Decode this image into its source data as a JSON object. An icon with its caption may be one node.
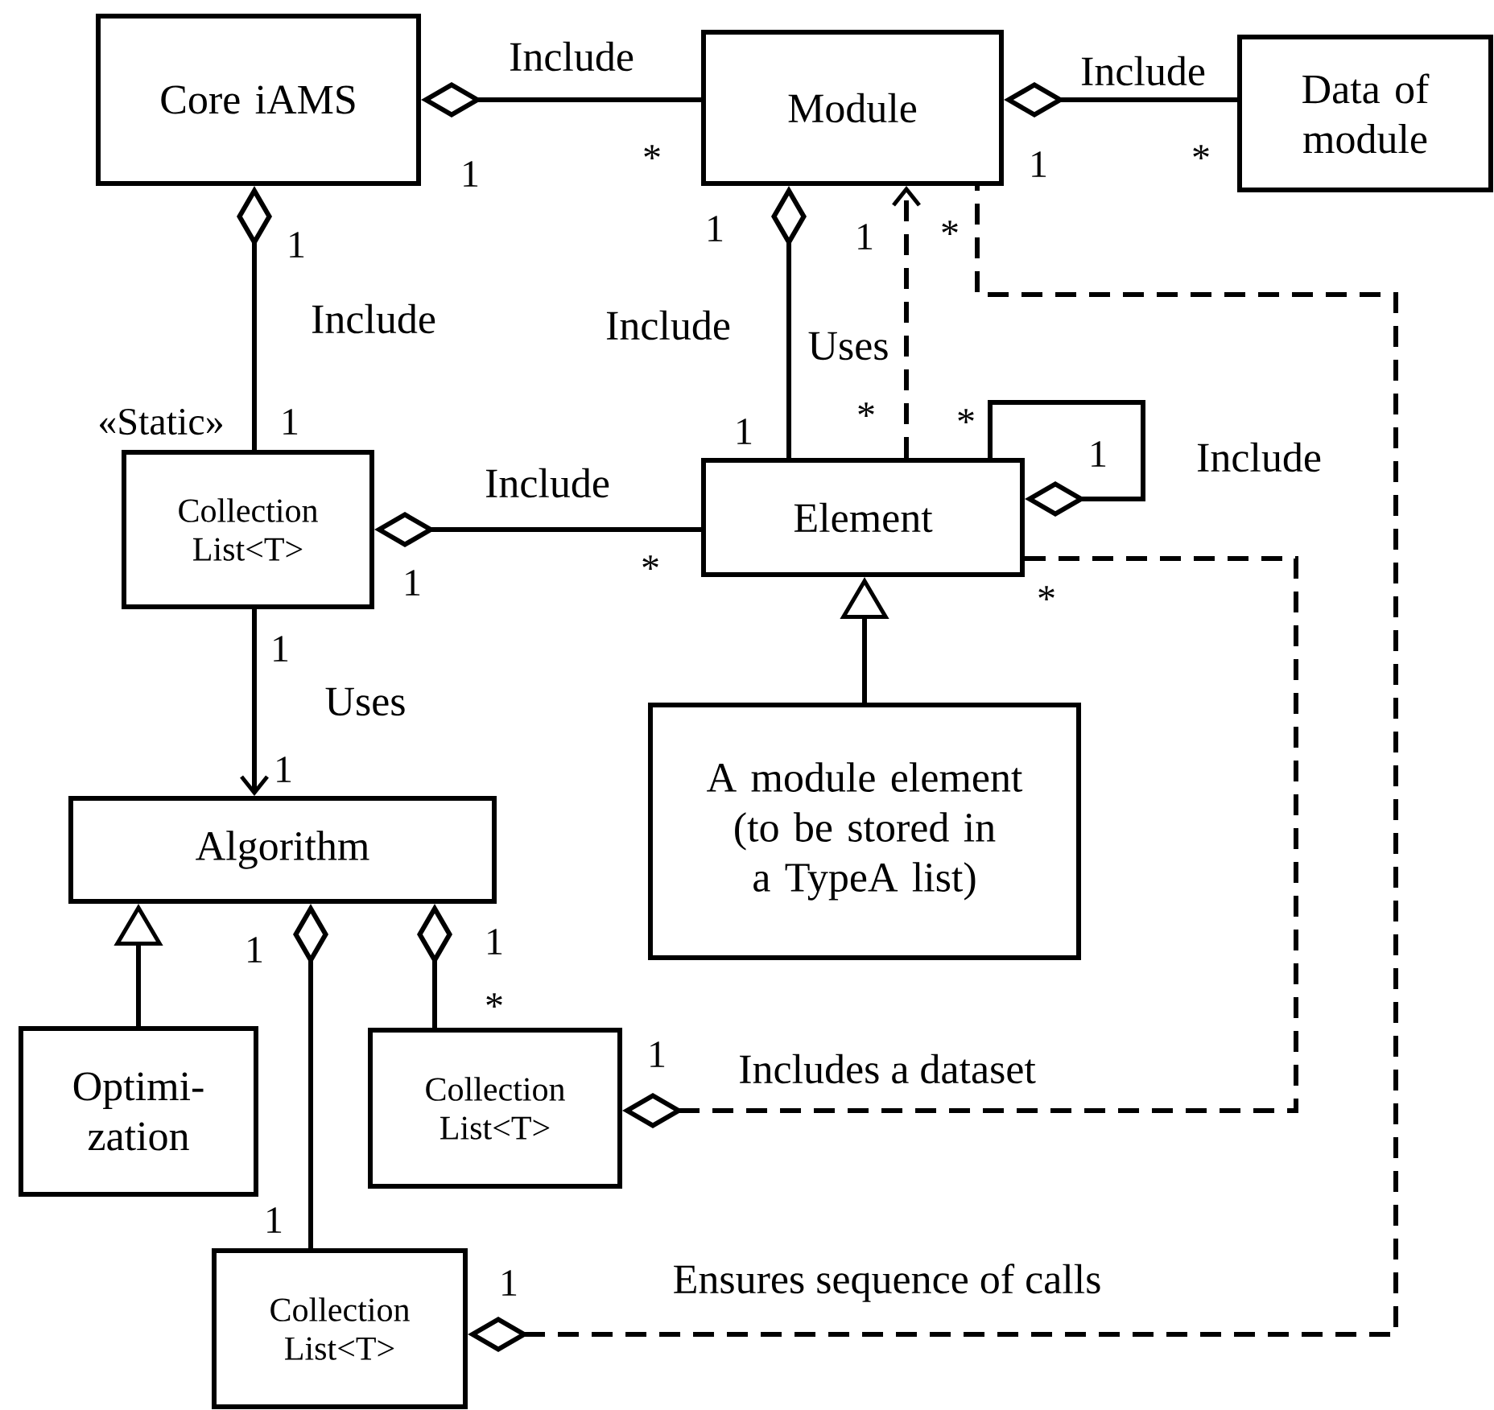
{
  "diagram": {
    "nodes": [
      {
        "text": [
          "Core iAMS"
        ]
      },
      {
        "text": [
          "Module"
        ]
      },
      {
        "text": [
          "Data of module"
        ]
      },
      {
        "text": [
          "Collection List<T>"
        ]
      },
      {
        "text": [
          "Element"
        ]
      },
      {
        "text": [
          "Algorithm"
        ]
      },
      {
        "text": [
          "A module element (to be stored in a TypeA list)"
        ]
      },
      {
        "text": [
          "Optimi- zation"
        ]
      },
      {
        "text": [
          "Collection List<T>"
        ]
      },
      {
        "text": [
          "Collection List<T>"
        ]
      }
    ],
    "edges": [
      {
        "from": 0,
        "to": 1,
        "arrow": "other",
        "label": "Include"
      },
      {
        "from": 1,
        "to": 2,
        "arrow": "other",
        "label": "Include"
      },
      {
        "from": 0,
        "to": 3,
        "arrow": "other",
        "label": "Include"
      },
      {
        "from": 1,
        "to": 4,
        "arrow": "other",
        "label": "Include"
      },
      {
        "from": 4,
        "to": 1,
        "arrow": "to",
        "label": "Uses",
        "style": "dashed"
      },
      {
        "from": 4,
        "to": 4,
        "arrow": "other",
        "label": "Include"
      },
      {
        "from": 3,
        "to": 4,
        "arrow": "other",
        "label": "Include"
      },
      {
        "from": 3,
        "to": 5,
        "arrow": "to",
        "label": "Uses"
      },
      {
        "from": 6,
        "to": 4,
        "arrow": "to"
      },
      {
        "from": 7,
        "to": 5,
        "arrow": "to"
      },
      {
        "from": 5,
        "to": 9,
        "arrow": "other"
      },
      {
        "from": 5,
        "to": 8,
        "arrow": "other"
      },
      {
        "from": 8,
        "to": 4,
        "arrow": "other",
        "label": "Includes a dataset",
        "style": "dashed"
      },
      {
        "from": 9,
        "to": 1,
        "arrow": "other",
        "label": "Ensures sequence of calls",
        "style": "dashed"
      }
    ],
    "labels": [
      "1",
      "*",
      "1",
      "*",
      "1",
      "1",
      "1",
      "*",
      "«Static»",
      "1",
      "1",
      "*",
      "*",
      "1",
      "1",
      "*",
      "*",
      "1",
      "1",
      "1",
      "1",
      "*",
      "1",
      "1",
      "1"
    ]
  }
}
